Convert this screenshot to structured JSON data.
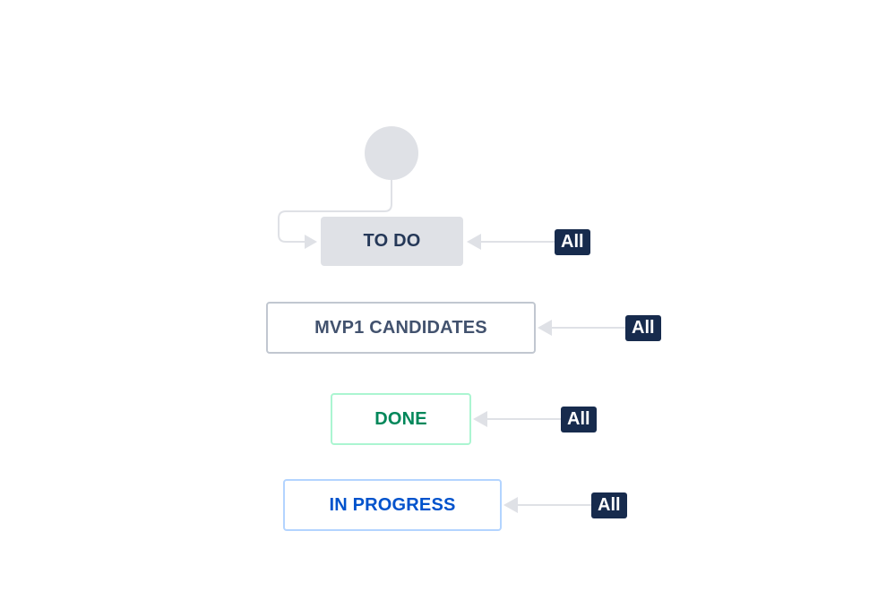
{
  "workflow": {
    "statuses": [
      {
        "key": "todo",
        "label": "TO DO",
        "transition_label": "All",
        "color": "#253858",
        "fill": "#dfe1e6"
      },
      {
        "key": "mvp1",
        "label": "MVP1 CANDIDATES",
        "transition_label": "All",
        "color": "#42526e",
        "border": "#c1c7d0"
      },
      {
        "key": "done",
        "label": "DONE",
        "transition_label": "All",
        "color": "#00875a",
        "border": "#abf5d1"
      },
      {
        "key": "inprogress",
        "label": "IN PROGRESS",
        "transition_label": "All",
        "color": "#0052cc",
        "border": "#b3d4ff"
      }
    ],
    "start_node_color": "#dfe1e6",
    "connector_color": "#dfe1e6",
    "badge_color": "#172b4d"
  }
}
